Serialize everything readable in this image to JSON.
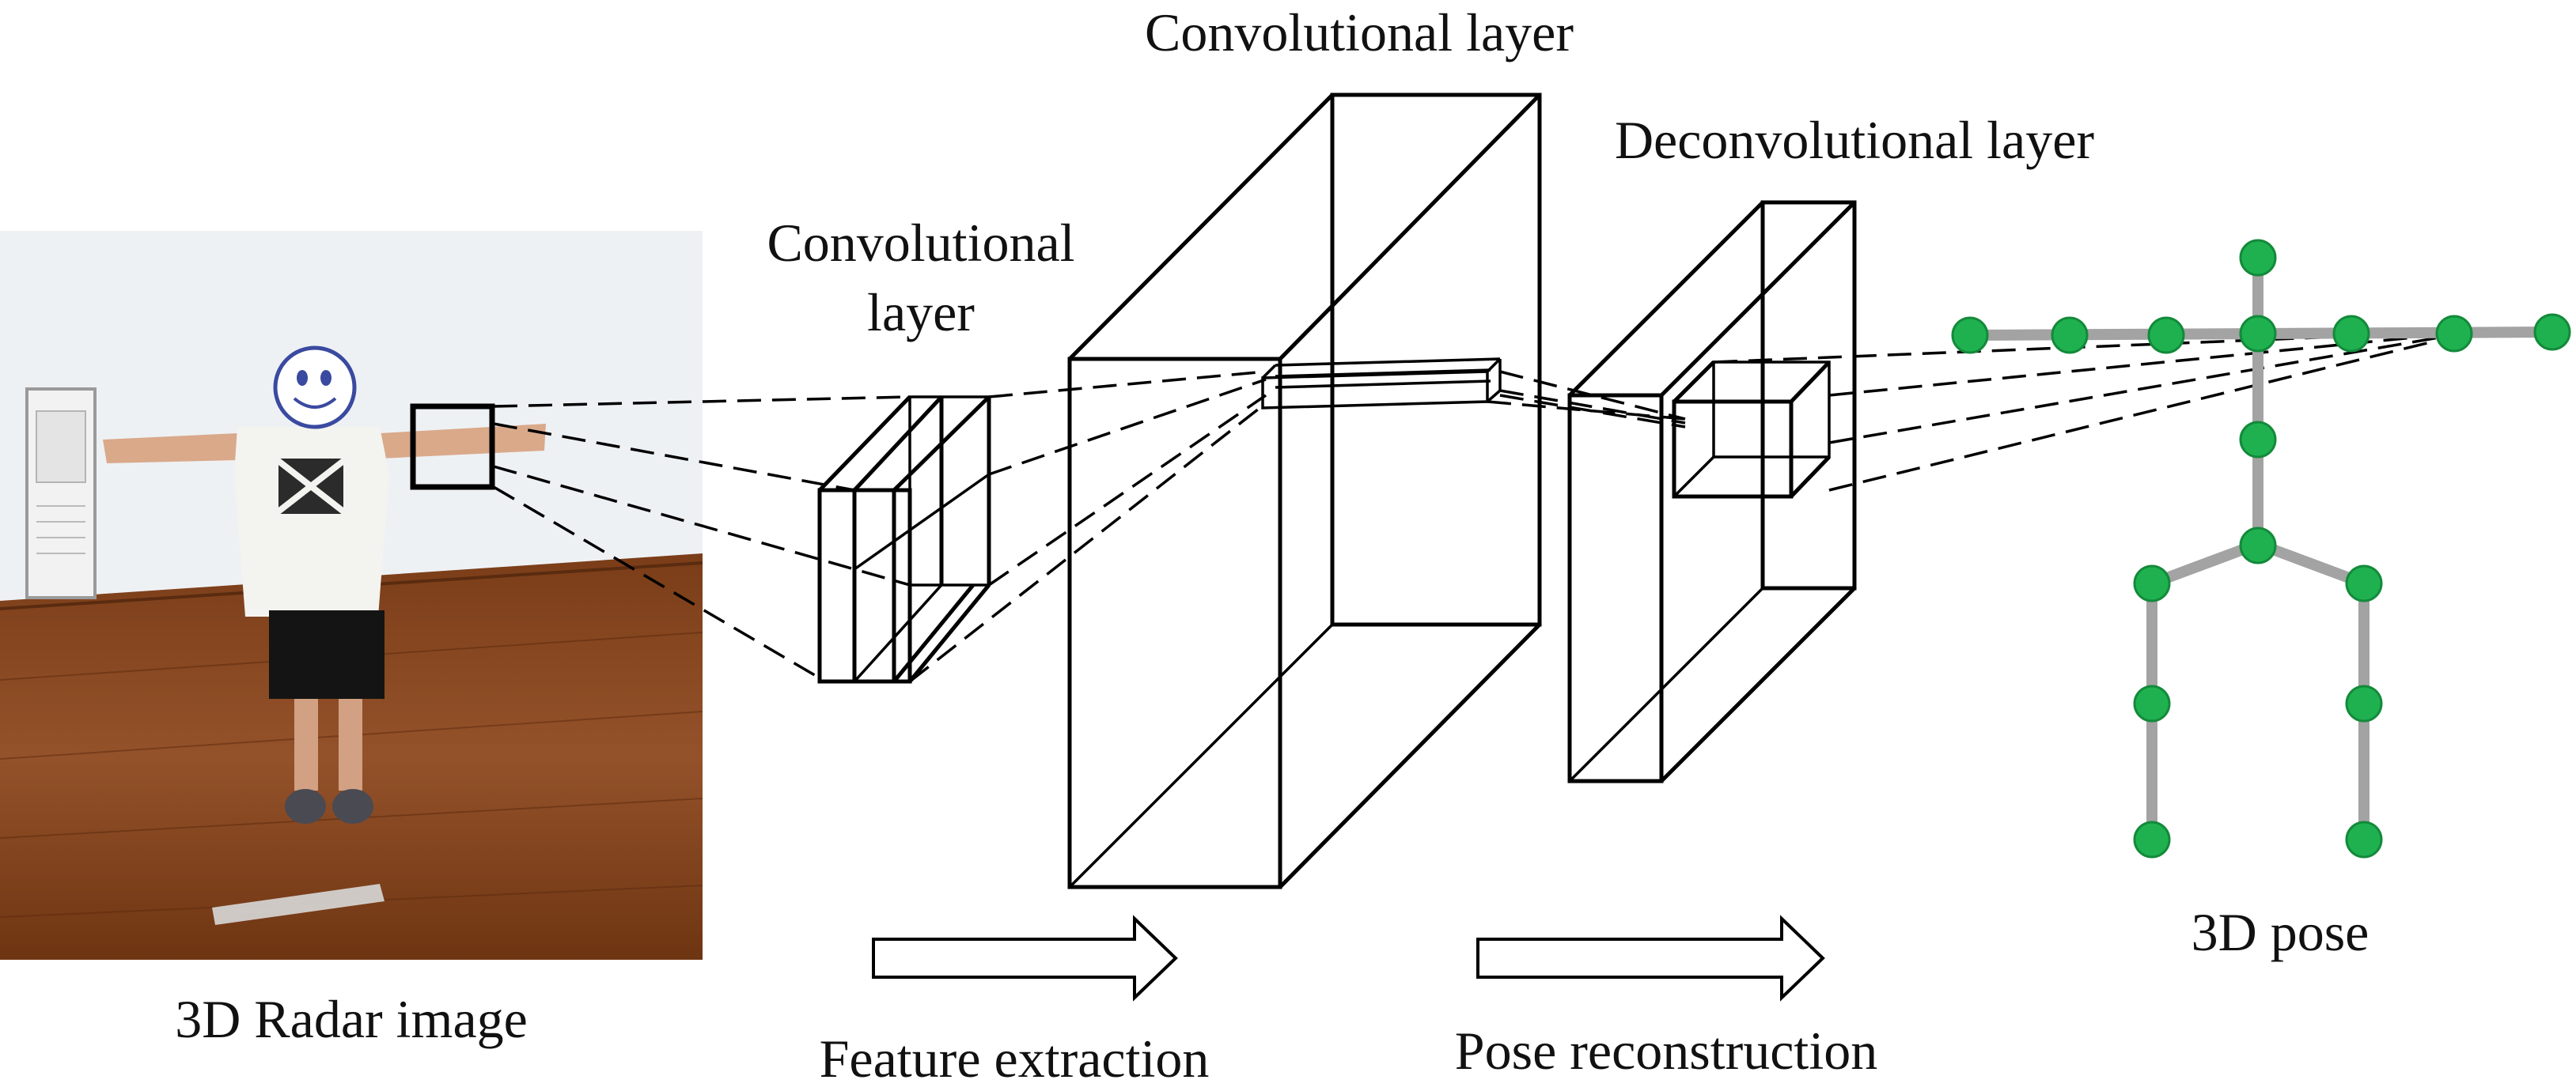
{
  "labels": {
    "top_conv": "Convolutional layer",
    "deconv": "Deconvolutional layer",
    "small_conv_line1": "Convolutional",
    "small_conv_line2": "layer",
    "radar_image": "3D Radar image",
    "feature_extraction": "Feature extraction",
    "pose_reconstruction": "Pose reconstruction",
    "pose_3d": "3D pose"
  },
  "colors": {
    "joint": "#1fb150",
    "bone": "#a3a3a3",
    "line": "#000000",
    "floor": "#8a4a22",
    "wall": "#eef1f4"
  },
  "icons": [
    "smiley-face-icon",
    "right-arrow-icon"
  ]
}
